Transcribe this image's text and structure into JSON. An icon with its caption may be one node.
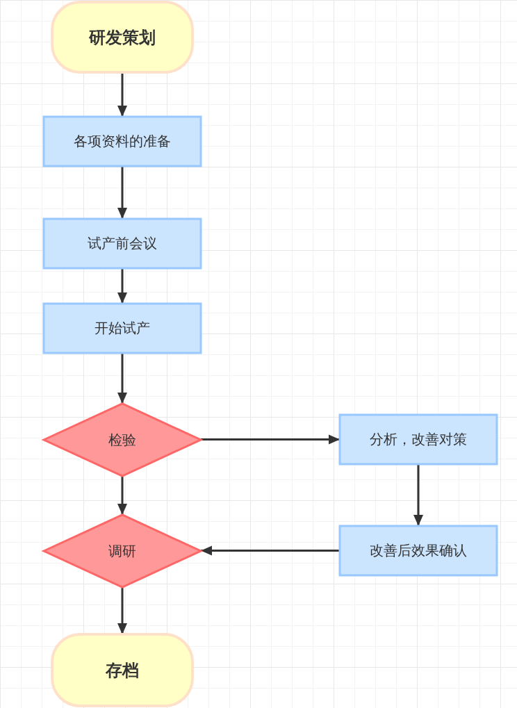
{
  "diagram": {
    "nodes": [
      {
        "text": [
          "研发策划"
        ]
      },
      {
        "text": [
          "各项资料的准备"
        ]
      },
      {
        "text": [
          "试产前会议"
        ]
      },
      {
        "text": [
          "开始试产"
        ]
      },
      {
        "text": [
          "检验"
        ]
      },
      {
        "text": [
          "分析，改善对策"
        ]
      },
      {
        "text": [
          "调研"
        ]
      },
      {
        "text": [
          "改善后效果确认"
        ]
      },
      {
        "text": [
          "存档"
        ]
      }
    ],
    "edges": [
      {
        "from": 0,
        "to": 1,
        "arrow": "to"
      },
      {
        "from": 1,
        "to": 2,
        "arrow": "to"
      },
      {
        "from": 2,
        "to": 3,
        "arrow": "to"
      },
      {
        "from": 3,
        "to": 4,
        "arrow": "to"
      },
      {
        "from": 4,
        "to": 5,
        "arrow": "to"
      },
      {
        "from": 5,
        "to": 7,
        "arrow": "to"
      },
      {
        "from": 7,
        "to": 6,
        "arrow": "to"
      },
      {
        "from": 4,
        "to": 6,
        "arrow": "to"
      },
      {
        "from": 6,
        "to": 8,
        "arrow": "to"
      }
    ]
  }
}
